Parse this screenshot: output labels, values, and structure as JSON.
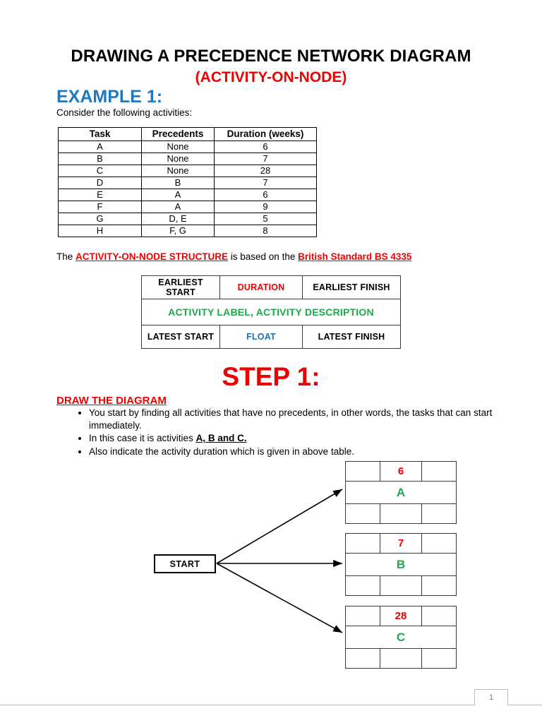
{
  "document": {
    "title_main": "DRAWING A PRECEDENCE NETWORK DIAGRAM",
    "title_sub": "(ACTIVITY-ON-NODE)",
    "example_heading": "EXAMPLE 1:",
    "intro_line": "Consider the following activities:",
    "page_number": "1"
  },
  "colors": {
    "red": "#ee0000",
    "blue": "#1f78c1",
    "green": "#1ea84b",
    "float_blue": "#1f6fb5",
    "black": "#000000",
    "border_gray": "#3a3a3a"
  },
  "task_table": {
    "headers": [
      "Task",
      "Precedents",
      "Duration (weeks)"
    ],
    "rows": [
      [
        "A",
        "None",
        "6"
      ],
      [
        "B",
        "None",
        "7"
      ],
      [
        "C",
        "None",
        "28"
      ],
      [
        "D",
        "B",
        "7"
      ],
      [
        "E",
        "A",
        "6"
      ],
      [
        "F",
        "A",
        "9"
      ],
      [
        "G",
        "D, E",
        "5"
      ],
      [
        "H",
        "F, G",
        "8"
      ]
    ]
  },
  "structure_sentence": {
    "part1": "The ",
    "emphasis1": "ACTIVITY-ON-NODE STRUCTURE",
    "part2": " is based on the ",
    "emphasis2": "British Standard BS 4335"
  },
  "aon_structure": {
    "earliest_start": "EARLIEST START",
    "duration": "DURATION",
    "earliest_finish": "EARLIEST FINISH",
    "activity_label": "ACTIVITY LABEL, ACTIVITY DESCRIPTION",
    "latest_start": "LATEST START",
    "float": "FLOAT",
    "latest_finish": "LATEST FINISH"
  },
  "step": {
    "heading": "STEP 1:",
    "subheading": "DRAW THE DIAGRAM",
    "bullets": [
      {
        "text_before": "You start by finding all activities that have no precedents, in other words, the tasks that can start immediately.",
        "emphasis": "",
        "text_after": ""
      },
      {
        "text_before": "In this case it is activities ",
        "emphasis": "A, B and C.",
        "text_after": ""
      },
      {
        "text_before": "Also indicate the activity duration which is given in above table.",
        "emphasis": "",
        "text_after": ""
      }
    ]
  },
  "network": {
    "start_label": "START",
    "nodes": [
      {
        "id": "A",
        "duration": "6",
        "label": "A"
      },
      {
        "id": "B",
        "duration": "7",
        "label": "B"
      },
      {
        "id": "C",
        "duration": "28",
        "label": "C"
      }
    ]
  }
}
